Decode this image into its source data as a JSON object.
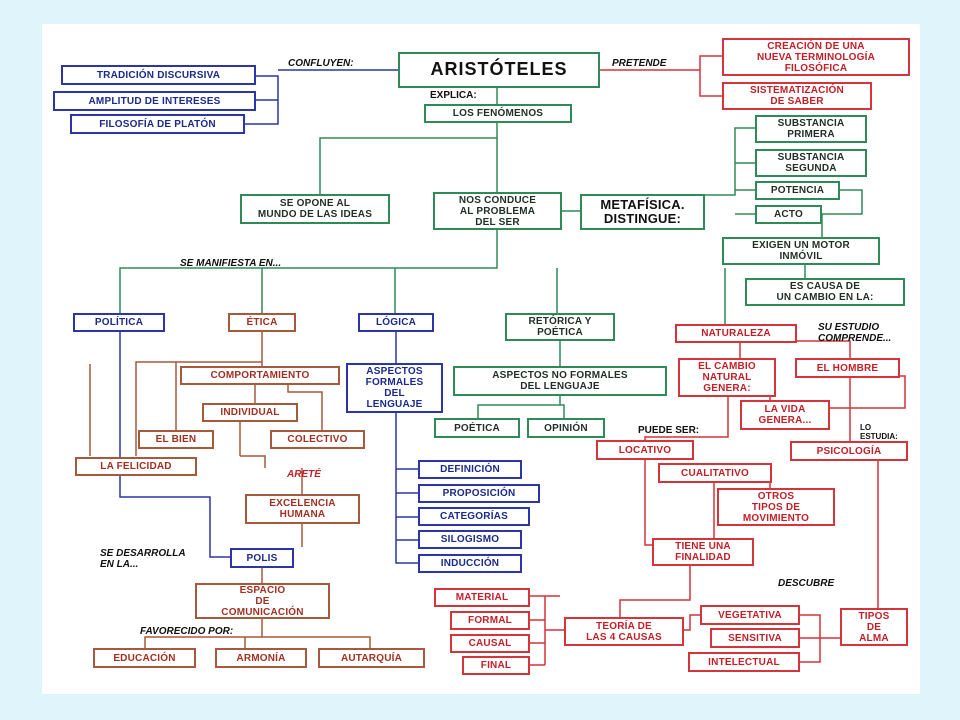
{
  "title": "ARISTÓTELES",
  "nodes": {
    "tradicion": "TRADICIÓN DISCURSIVA",
    "amplitud": "AMPLITUD DE INTERESES",
    "platon": "FILOSOFÍA DE PLATÓN",
    "creacion": "CREACIÓN DE UNA\nNUEVA TERMINOLOGÍA\nFILOSÓFICA",
    "sistematizacion": "SISTEMATIZACIÓN\nDE SABER",
    "fenomenos": "LOS FENÓMENOS",
    "opone": "SE OPONE AL\nMUNDO DE LAS IDEAS",
    "conduce": "NOS CONDUCE\nAL PROBLEMA\nDEL SER",
    "metafisica": "METAFÍSICA.\nDISTINGUE:",
    "sub_primera": "SUBSTANCIA\nPRIMERA",
    "sub_segunda": "SUBSTANCIA\nSEGUNDA",
    "potencia": "POTENCIA",
    "acto": "ACTO",
    "motor": "EXIGEN UN MOTOR\nINMÓVIL",
    "causa_cambio": "ES CAUSA DE\nUN CAMBIO EN LA:",
    "politica": "POLÍTICA",
    "etica": "ÉTICA",
    "logica": "LÓGICA",
    "retorica": "RETÓRICA Y\nPOÉTICA",
    "naturaleza": "NATURALEZA",
    "comportamiento": "COMPORTAMIENTO",
    "individual": "INDIVIDUAL",
    "el_bien": "EL BIEN",
    "colectivo": "COLECTIVO",
    "felicidad": "LA FELICIDAD",
    "excelencia": "EXCELENCIA\nHUMANA",
    "polis": "POLIS",
    "espacio": "ESPACIO\nDE\nCOMUNICACIÓN",
    "educacion": "EDUCACIÓN",
    "armonia": "ARMONÍA",
    "autarquia": "AUTARQUÍA",
    "formales": "ASPECTOS\nFORMALES\nDEL\nLENGUAJE",
    "definicion": "DEFINICIÓN",
    "proposicion": "PROPOSICIÓN",
    "categorias": "CATEGORÍAS",
    "silogismo": "SILOGISMO",
    "induccion": "INDUCCIÓN",
    "no_formales": "ASPECTOS NO FORMALES\nDEL LENGUAJE",
    "poetica": "POÉTICA",
    "opinion": "OPINIÓN",
    "cambio_natural": "EL CAMBIO\nNATURAL\nGENERA:",
    "el_hombre": "EL HOMBRE",
    "vida": "LA VIDA\nGENERA...",
    "locativo": "LOCATIVO",
    "psicologia": "PSICOLOGÍA",
    "cualitativo": "CUALITATIVO",
    "otros": "OTROS\nTIPOS DE\nMOVIMIENTO",
    "finalidad": "TIENE UNA\nFINALIDAD",
    "material": "MATERIAL",
    "formal": "FORMAL",
    "causal": "CAUSAL",
    "final": "FINAL",
    "teoria": "TEORÍA DE\nLAS 4 CAUSAS",
    "vegetativa": "VEGETATIVA",
    "sensitiva": "SENSITIVA",
    "intelectual": "INTELECTUAL",
    "tipos_alma": "TIPOS\nDE\nALMA"
  },
  "labels": {
    "confluyen": "CONFLUYEN:",
    "pretende": "PRETENDE",
    "explica": "EXPLICA:",
    "manifiesta": "SE MANIFIESTA EN...",
    "su_estudio": "SU ESTUDIO\nCOMPRENDE...",
    "arete": "ARETÉ",
    "puede_ser": "PUEDE SER:",
    "lo_estudia": "LO\nESTUDIA:",
    "desarrolla": "SE DESARROLLA\nEN LA...",
    "favorecido": "FAVORECIDO POR:",
    "descubre": "DESCUBRE"
  },
  "colors": {
    "background": "#dff4fb",
    "blue": "#2b35a6",
    "green": "#2e8b57",
    "red": "#d4343a",
    "brown": "#a55a3c"
  }
}
